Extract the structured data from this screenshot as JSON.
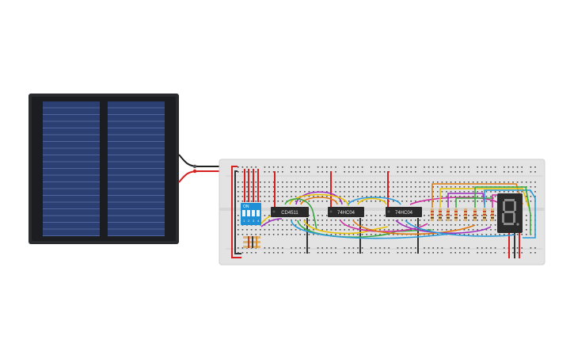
{
  "scene": {
    "background": "#ffffff",
    "solar_panel": {
      "frame_color": "#2a2b2f",
      "cell_color": "#2c3f73",
      "line_color": "#5b73ad"
    },
    "breadboard": {
      "color": "#e3e3e3",
      "hole_color": "#4a4a4a"
    },
    "dip_switch": {
      "color": "#1f8fd6",
      "on_label": "ON",
      "position_labels": [
        "1",
        "2",
        "3",
        "4"
      ]
    },
    "chips": [
      {
        "label": "CD4511"
      },
      {
        "label": "74HC04"
      },
      {
        "label": "74HC04"
      }
    ],
    "display": {
      "digit": "8",
      "segment_color": "#8a8a8a",
      "body_color": "#2b2b2b"
    },
    "wire_colors": {
      "power": "#d62020",
      "ground": "#333333",
      "a": "#e8c200",
      "b": "#a030c0",
      "c": "#e07a10",
      "d": "#2a9ad8",
      "e": "#3aa840",
      "f": "#d030a0"
    }
  }
}
